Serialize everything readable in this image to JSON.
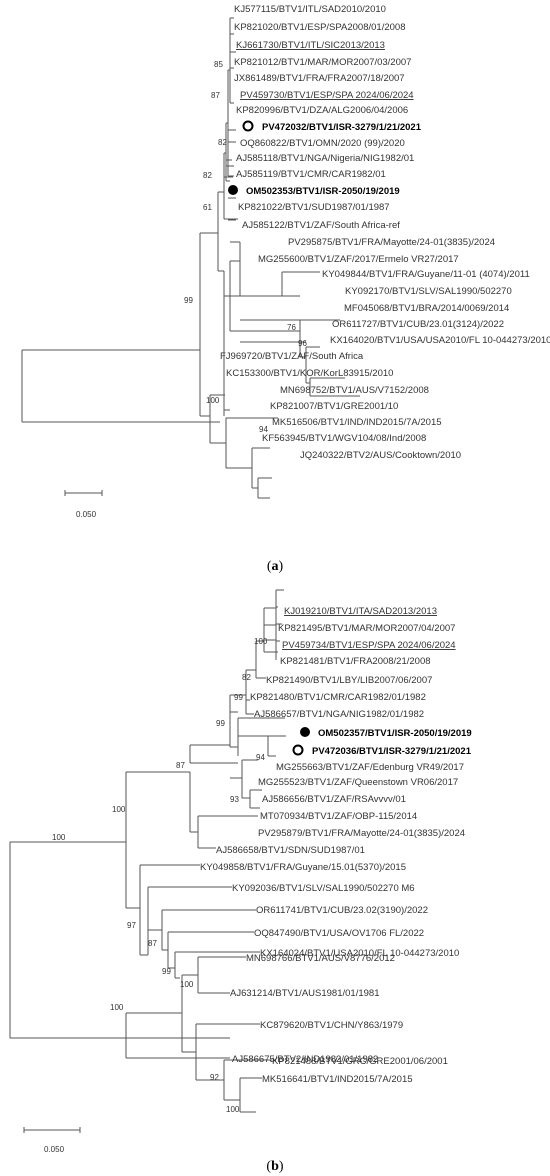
{
  "panels": [
    {
      "label_prefix": "(",
      "label": "a",
      "label_suffix": ")",
      "scale": "0.050",
      "leaves": [
        {
          "id": "a1",
          "text": "KJ577115/BTV1/ITL/SAD2010/2010"
        },
        {
          "id": "a2",
          "text": "KP821020/BTV1/ESP/SPA2008/01/2008"
        },
        {
          "id": "a3",
          "text": "KJ661730/BTV1/ITL/SIC2013/2013",
          "underline": true
        },
        {
          "id": "a4",
          "text": "KP821012/BTV1/MAR/MOR2007/03/2007"
        },
        {
          "id": "a5",
          "text": "JX861489/BTV1/FRA/FRA2007/18/2007"
        },
        {
          "id": "a6",
          "text": "PV459730/BTV1/ESP/SPA 2024/06/2024",
          "underline": true
        },
        {
          "id": "a7",
          "text": "KP820996/BTV1/DZA/ALG2006/04/2006"
        },
        {
          "id": "a8",
          "text": "PV472032/BTV1/ISR-3279/1/21/2021",
          "bold": true,
          "marker": "open"
        },
        {
          "id": "a9",
          "text": "OQ860822/BTV1/OMN/2020 (99)/2020"
        },
        {
          "id": "a10",
          "text": "AJ585118/BTV1/NGA/Nigeria/NIG1982/01"
        },
        {
          "id": "a11",
          "text": "AJ585119/BTV1/CMR/CAR1982/01"
        },
        {
          "id": "a12",
          "text": "OM502353/BTV1/ISR-2050/19/2019",
          "bold": true,
          "marker": "filled"
        },
        {
          "id": "a13",
          "text": "KP821022/BTV1/SUD1987/01/1987"
        },
        {
          "id": "a14",
          "text": "AJ585122/BTV1/ZAF/South Africa-ref"
        },
        {
          "id": "a15",
          "text": "PV295875/BTV1/FRA/Mayotte/24-01(3835)/2024"
        },
        {
          "id": "a16",
          "text": "MG255600/BTV1/ZAF/2017/Ermelo VR27/2017"
        },
        {
          "id": "a17",
          "text": "KY049844/BTV1/FRA/Guyane/11-01 (4074)/2011"
        },
        {
          "id": "a18",
          "text": "KY092170/BTV1/SLV/SAL1990/502270"
        },
        {
          "id": "a19",
          "text": "MF045068/BTV1/BRA/2014/0069/2014"
        },
        {
          "id": "a20",
          "text": "OR611727/BTV1/CUB/23.01(3124)/2022"
        },
        {
          "id": "a21",
          "text": "KX164020/BTV1/USA/USA2010/FL 10-044273/2010"
        },
        {
          "id": "a22",
          "text": "FJ969720/BTV1/ZAF/South Africa"
        },
        {
          "id": "a23",
          "text": "KC153300/BTV1/KOR/KorL83915/2010"
        },
        {
          "id": "a24",
          "text": "MN698752/BTV1/AUS/V7152/2008"
        },
        {
          "id": "a25",
          "text": "KP821007/BTV1/GRE2001/10"
        },
        {
          "id": "a26",
          "text": "MK516506/BTV1/IND/IND2015/7A/2015"
        },
        {
          "id": "a27",
          "text": "KF563945/BTV1/WGV104/08/Ind/2008"
        },
        {
          "id": "a28",
          "text": "JQ240322/BTV2/AUS/Cooktown/2010"
        }
      ],
      "bootstraps": [
        {
          "id": "ab1",
          "value": "85"
        },
        {
          "id": "ab2",
          "value": "87"
        },
        {
          "id": "ab3",
          "value": "82"
        },
        {
          "id": "ab4",
          "value": "82"
        },
        {
          "id": "ab5",
          "value": "61"
        },
        {
          "id": "ab6",
          "value": "99"
        },
        {
          "id": "ab7",
          "value": "76"
        },
        {
          "id": "ab8",
          "value": "96"
        },
        {
          "id": "ab9",
          "value": "100"
        },
        {
          "id": "ab10",
          "value": "94"
        }
      ]
    },
    {
      "label_prefix": "(",
      "label": "b",
      "label_suffix": ")",
      "scale": "0.050",
      "leaves": [
        {
          "id": "b1",
          "text": "KJ019210/BTV1/ITA/SAD2013/2013",
          "underline": true
        },
        {
          "id": "b2",
          "text": "KP821495/BTV1/MAR/MOR2007/04/2007"
        },
        {
          "id": "b3",
          "text": "PV459734/BTV1/ESP/SPA 2024/06/2024",
          "underline": true
        },
        {
          "id": "b4",
          "text": "KP821481/BTV1/FRA2008/21/2008"
        },
        {
          "id": "b5",
          "text": "KP821490/BTV1/LBY/LIB2007/06/2007"
        },
        {
          "id": "b6",
          "text": "KP821480/BTV1/CMR/CAR1982/01/1982"
        },
        {
          "id": "b7",
          "text": "AJ586657/BTV1/NGA/NIG1982/01/1982"
        },
        {
          "id": "b8",
          "text": "OM502357/BTV1/ISR-2050/19/2019",
          "bold": true,
          "marker": "filled"
        },
        {
          "id": "b9",
          "text": "PV472036/BTV1/ISR-3279/1/21/2021",
          "bold": true,
          "marker": "open"
        },
        {
          "id": "b10",
          "text": "MG255663/BTV1/ZAF/Edenburg VR49/2017"
        },
        {
          "id": "b11",
          "text": "MG255523/BTV1/ZAF/Queenstown VR06/2017"
        },
        {
          "id": "b12",
          "text": "AJ586656/BTV1/ZAF/RSAvvvv/01"
        },
        {
          "id": "b13",
          "text": "MT070934/BTV1/ZAF/OBP-115/2014"
        },
        {
          "id": "b14",
          "text": "PV295879/BTV1/FRA/Mayotte/24-01(3835)/2024"
        },
        {
          "id": "b15",
          "text": "AJ586658/BTV1/SDN/SUD1987/01"
        },
        {
          "id": "b16",
          "text": "KY049858/BTV1/FRA/Guyane/15.01(5370)/2015"
        },
        {
          "id": "b17",
          "text": "KY092036/BTV1/SLV/SAL1990/502270 M6"
        },
        {
          "id": "b18",
          "text": "OR611741/BTV1/CUB/23.02(3190)/2022"
        },
        {
          "id": "b19",
          "text": "OQ847490/BTV1/USA/OV1706 FL/2022"
        },
        {
          "id": "b20",
          "text": "KX164024/BTV1/USA2010/FL 10-044273/2010"
        },
        {
          "id": "b21",
          "text": "MN698766/BTV1/AUS/V8776/2012"
        },
        {
          "id": "b22",
          "text": "AJ631214/BTV1/AUS1981/01/1981"
        },
        {
          "id": "b23",
          "text": "KC879620/BTV1/CHN/Y863/1979"
        },
        {
          "id": "b24",
          "text": "KP821488/BTV1/GRC/GRE2001/06/2001"
        },
        {
          "id": "b25",
          "text": "MK516641/BTV1/IND2015/7A/2015"
        },
        {
          "id": "b26",
          "text": "AJ586675/BTV2/IND1982/01/1982"
        }
      ],
      "bootstraps": [
        {
          "id": "bb1",
          "value": "100"
        },
        {
          "id": "bb2",
          "value": "82"
        },
        {
          "id": "bb3",
          "value": "99"
        },
        {
          "id": "bb4",
          "value": "99"
        },
        {
          "id": "bb5",
          "value": "94"
        },
        {
          "id": "bb6",
          "value": "87"
        },
        {
          "id": "bb7",
          "value": "93"
        },
        {
          "id": "bb8",
          "value": "100"
        },
        {
          "id": "bb9",
          "value": "100"
        },
        {
          "id": "bb10",
          "value": "97"
        },
        {
          "id": "bb11",
          "value": "87"
        },
        {
          "id": "bb12",
          "value": "99"
        },
        {
          "id": "bb13",
          "value": "100"
        },
        {
          "id": "bb14",
          "value": "100"
        },
        {
          "id": "bb15",
          "value": "92"
        },
        {
          "id": "bb16",
          "value": "100"
        }
      ]
    }
  ]
}
